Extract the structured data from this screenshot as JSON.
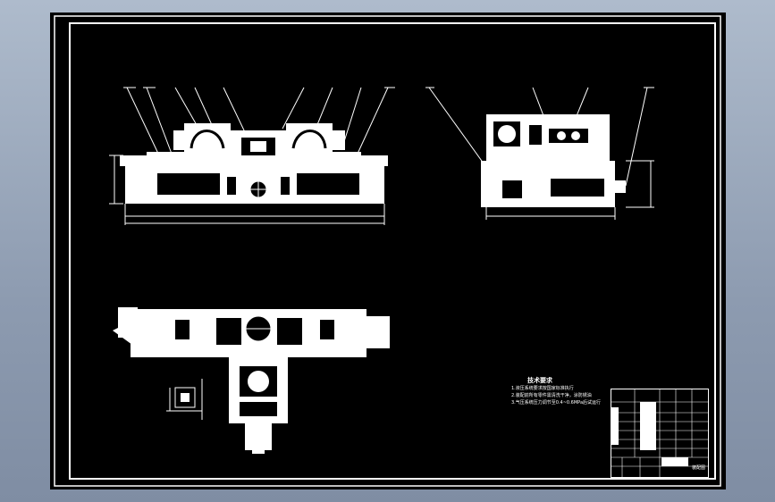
{
  "window": {
    "background_color": "#8d9bb0",
    "canvas_color": "#000000",
    "line_color": "#ffffff"
  },
  "drawing": {
    "views": [
      {
        "name": "front-view"
      },
      {
        "name": "side-view"
      },
      {
        "name": "top-view"
      }
    ],
    "tech_notes": {
      "title": "技术要求",
      "items": [
        "1.液压系统要求按国家标准执行",
        "2.装配前所有零件需清洗干净，涂防锈油",
        "3.气压系统压力调节至0.4~0.6MPa后试运行"
      ]
    },
    "title_block": {
      "drawing_name": "装配图"
    }
  }
}
